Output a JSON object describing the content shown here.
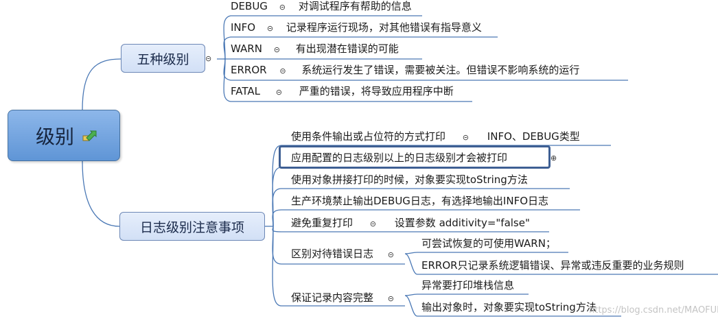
{
  "root": {
    "label": "级别"
  },
  "levels_branch": {
    "label": "五种级别",
    "items": [
      {
        "name": "DEBUG",
        "desc": "对调试程序有帮助的信息"
      },
      {
        "name": "INFO",
        "desc": "记录程序运行现场，对其他错误有指导意义"
      },
      {
        "name": "WARN",
        "desc": "有出现潜在错误的可能"
      },
      {
        "name": "ERROR",
        "desc": "系统运行发生了错误，需要被关注。但错误不影响系统的运行"
      },
      {
        "name": "FATAL",
        "desc": "严重的错误，将导致应用程序中断"
      }
    ]
  },
  "notes_branch": {
    "label": "日志级别注意事项",
    "items": [
      {
        "text": "使用条件输出或占位符的方式打印",
        "detail": "INFO、DEBUG类型"
      },
      {
        "text": "应用配置的日志级别以上的日志级别才会被打印"
      },
      {
        "text": "使用对象拼接打印的时候，对象要实现toString方法"
      },
      {
        "text": "生产环境禁止输出DEBUG日志，有选择地输出INFO日志"
      },
      {
        "text": "避免重复打印",
        "detail": "设置参数 additivity=\"false\""
      },
      {
        "text": "区别对待错误日志",
        "children": [
          "可尝试恢复的可使用WARN；",
          "ERROR只记录系统逻辑错误、异常或违反重要的业务规则"
        ]
      },
      {
        "text": "保证记录内容完整",
        "children": [
          "异常要打印堆栈信息",
          "输出对象时，对象要实现toString方法"
        ]
      }
    ]
  },
  "watermark": "https://blog.csdn.net/MAOFULI",
  "icons": {
    "expand": "⊕",
    "collapse": "⊝",
    "root_icon": "green-arrow-icon"
  },
  "colors": {
    "line": "#4a78b5",
    "root_fill": "#6e9fdc",
    "box_fill": "#dde7f8",
    "highlight": "#3e5f93"
  }
}
